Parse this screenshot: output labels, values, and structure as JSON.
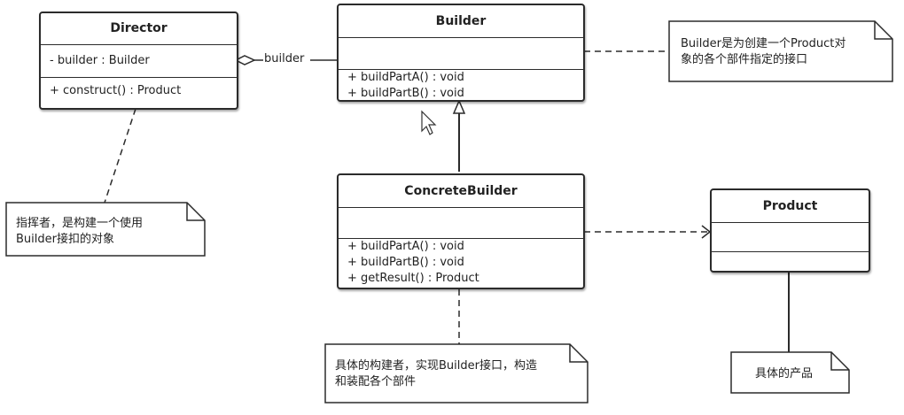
{
  "classes": {
    "director": {
      "name": "Director",
      "attributes": [
        "- builder : Builder"
      ],
      "operations": [
        "+ construct()  : Product"
      ]
    },
    "builder": {
      "name": "Builder",
      "attributes": [],
      "operations": [
        "+ buildPartA() : void",
        "+ buildPartB() : void"
      ]
    },
    "concrete_builder": {
      "name": "ConcreteBuilder",
      "attributes": [],
      "operations": [
        "+ buildPartA() : void",
        "+ buildPartB() : void",
        "+ getResult() : Product"
      ]
    },
    "product": {
      "name": "Product",
      "attributes": [],
      "operations": []
    }
  },
  "association_label": "builder",
  "notes": {
    "builder_note": [
      "Builder是为创建一个Product对",
      "象的各个部件指定的接口"
    ],
    "director_note": [
      "指挥者，是构建一个使用",
      "Builder接扣的对象"
    ],
    "concrete_note": [
      "具体的构建者，实现Builder接口，构造",
      "和装配各个部件"
    ],
    "product_note": [
      "具体的产品"
    ]
  }
}
